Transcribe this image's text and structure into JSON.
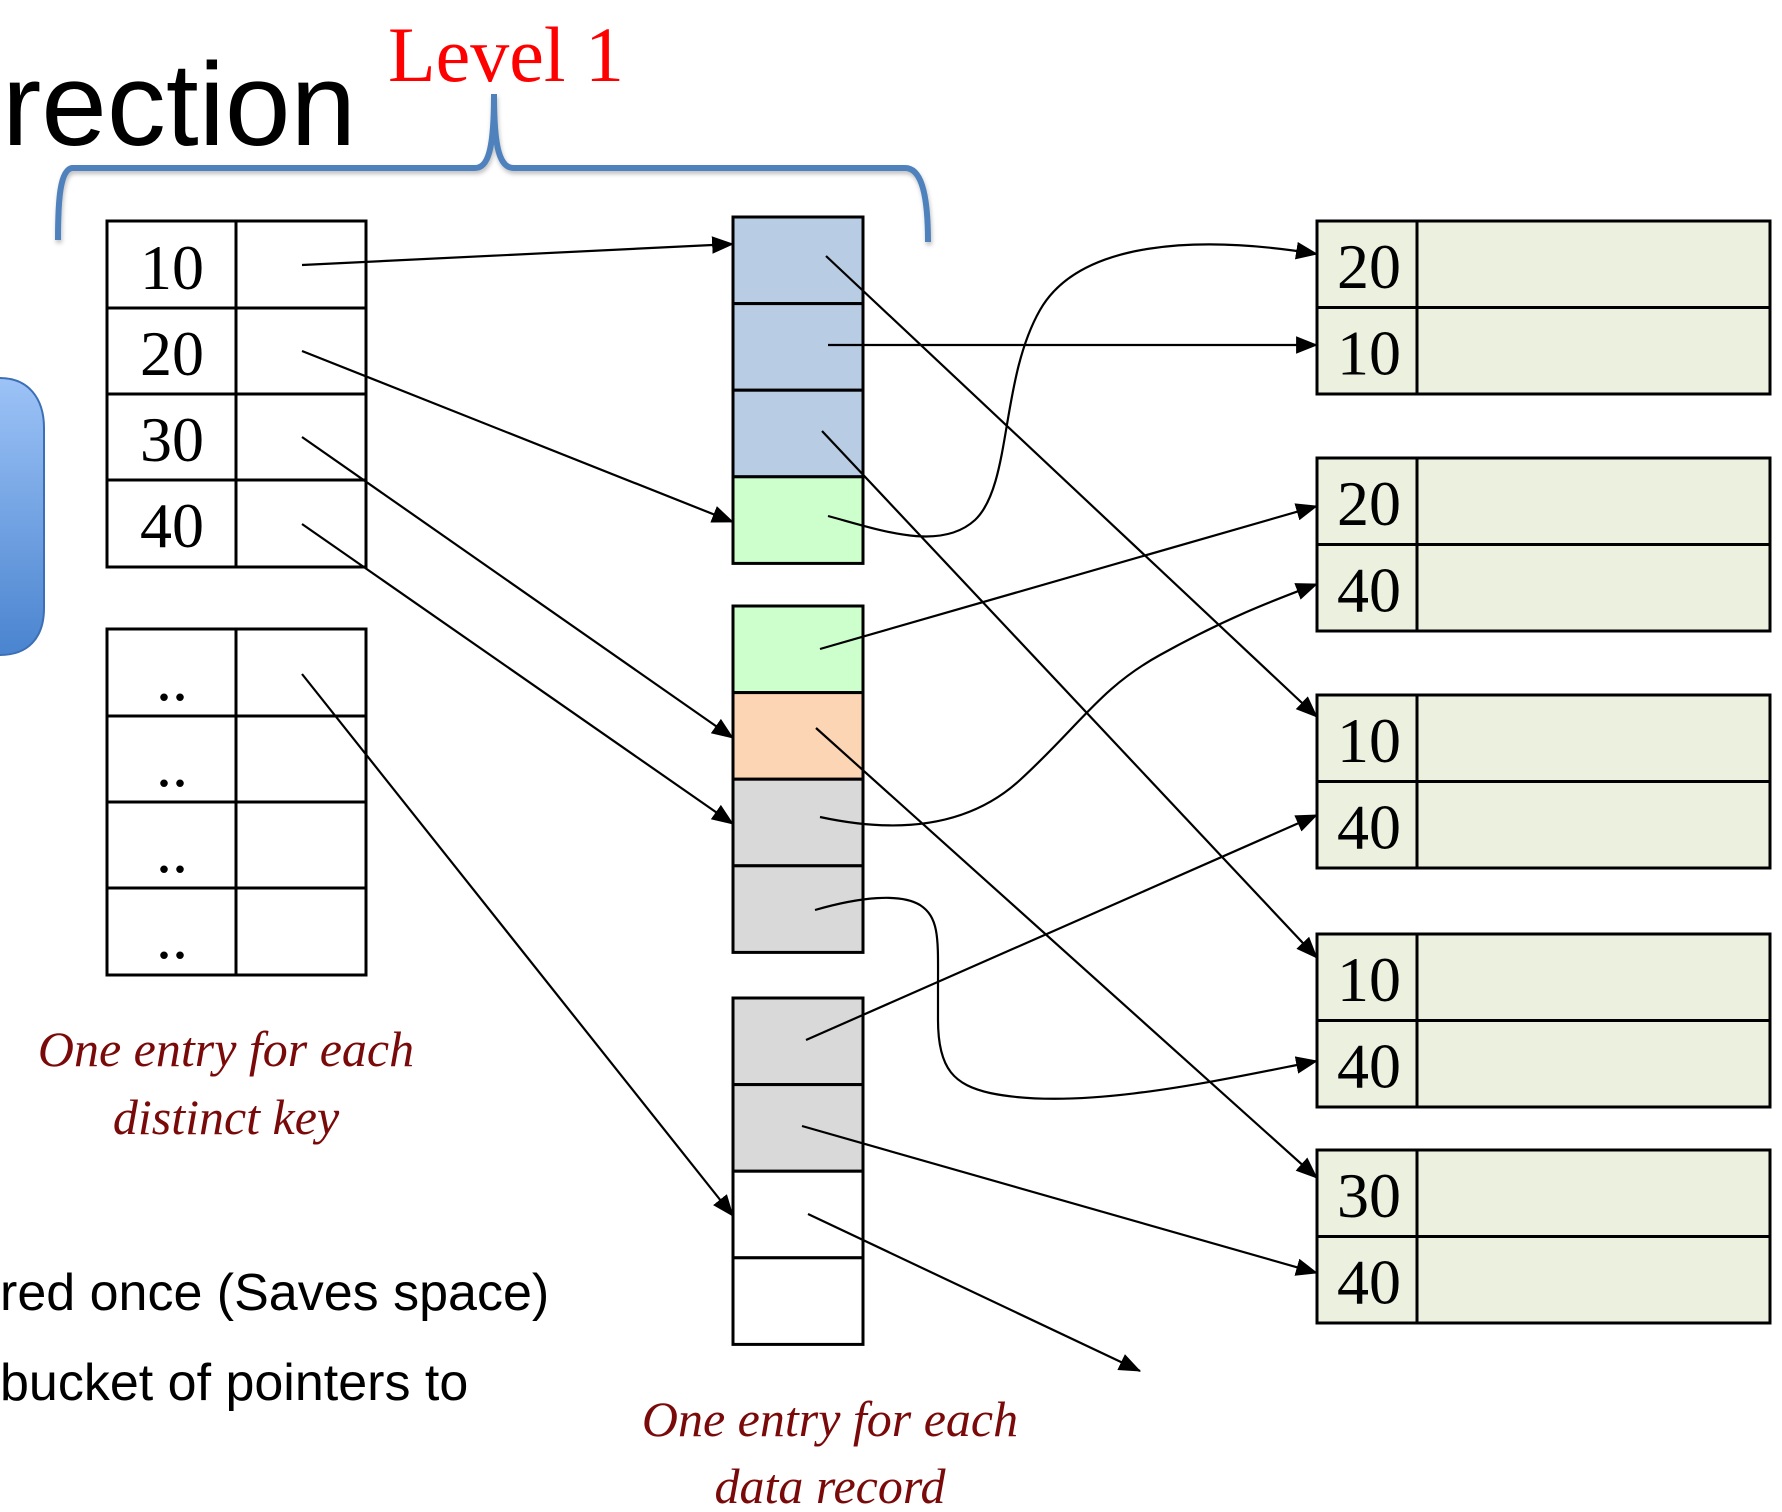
{
  "slide": {
    "title_fragment": "rection",
    "level_label": "Level 1",
    "bullets": [
      "red once (Saves space)",
      "bucket of pointers to"
    ]
  },
  "annotations": {
    "distinct_key_line1": "One entry for each",
    "distinct_key_line2": "distinct key",
    "data_record_line1": "One entry for each",
    "data_record_line2": "data record"
  },
  "colors": {
    "title_text": "#000000",
    "level_label": "#ff0000",
    "bracket": "#4f81bd",
    "annotation_text": "#7a0a0a",
    "bucket_blue": "#b8cce4",
    "bucket_green": "#ccffcc",
    "bucket_orange": "#fcd5b4",
    "bucket_gray": "#d9d9d9",
    "bucket_empty": "#ffffff",
    "record_fill": "#ebf1de",
    "side_button_top": "#9dc3f7",
    "side_button_bottom": "#4a84cf"
  },
  "index_table": {
    "keys": [
      "10",
      "20",
      "30",
      "40"
    ]
  },
  "index_table_continued": {
    "keys": [
      "..",
      "..",
      "..",
      ".."
    ]
  },
  "buckets": [
    {
      "cells": [
        "blue",
        "blue",
        "blue",
        "green"
      ]
    },
    {
      "cells": [
        "green",
        "orange",
        "gray",
        "gray"
      ]
    },
    {
      "cells": [
        "gray",
        "gray",
        "empty",
        "empty"
      ]
    }
  ],
  "data_pages": [
    {
      "keys": [
        "20",
        "10"
      ]
    },
    {
      "keys": [
        "20",
        "40"
      ]
    },
    {
      "keys": [
        "10",
        "40"
      ]
    },
    {
      "keys": [
        "10",
        "40"
      ]
    },
    {
      "keys": [
        "30",
        "40"
      ]
    }
  ],
  "pointers": {
    "index_to_bucket": [
      {
        "from_key": "10",
        "to": "bucket 1, entry 1"
      },
      {
        "from_key": "20",
        "to": "bucket 1, entry 4"
      },
      {
        "from_key": "30",
        "to": "bucket 2, entry 2"
      },
      {
        "from_key": "40",
        "to": "bucket 2, entry 3"
      },
      {
        "from_key": "..",
        "to": "bucket 3, entry 3"
      }
    ],
    "bucket_to_record": [
      {
        "from": "bucket 1, entry 1",
        "to": "page 3, key 10"
      },
      {
        "from": "bucket 1, entry 2",
        "to": "page 1, key 10"
      },
      {
        "from": "bucket 1, entry 3",
        "to": "page 4, key 10"
      },
      {
        "from": "bucket 1, entry 4",
        "to": "page 1, key 20"
      },
      {
        "from": "bucket 2, entry 1",
        "to": "page 2, key 20"
      },
      {
        "from": "bucket 2, entry 2",
        "to": "page 5, key 30"
      },
      {
        "from": "bucket 2, entry 3",
        "to": "page 2, key 40"
      },
      {
        "from": "bucket 2, entry 4",
        "to": "page 4, key 40"
      },
      {
        "from": "bucket 3, entry 1",
        "to": "page 3, key 40"
      },
      {
        "from": "bucket 3, entry 2",
        "to": "page 5, key 40"
      },
      {
        "from": "bucket 3, entry 3",
        "to": "continues off-diagram"
      }
    ]
  }
}
